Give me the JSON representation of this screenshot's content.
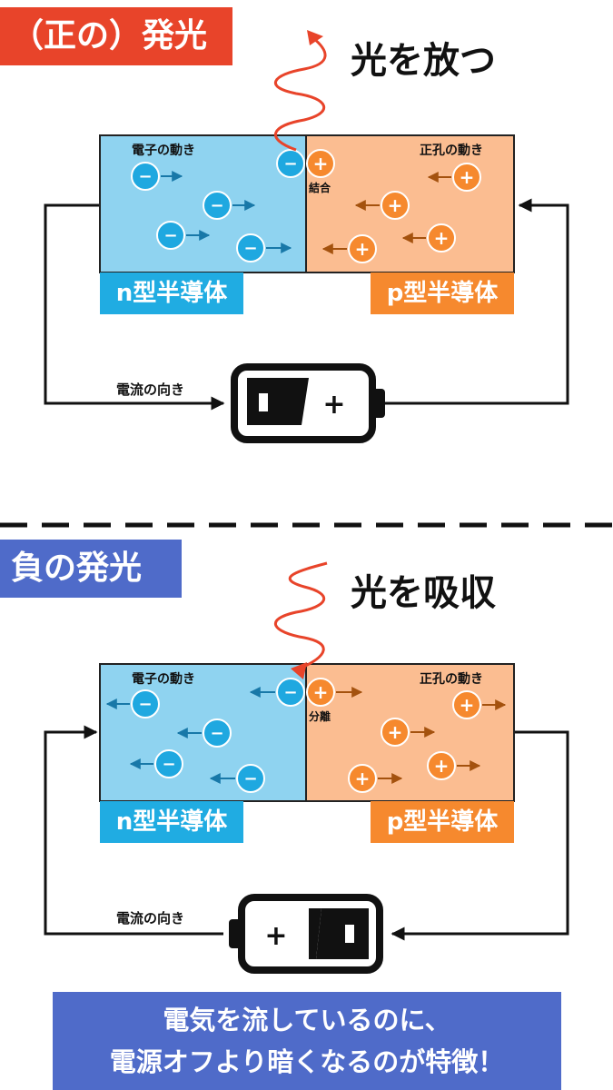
{
  "top": {
    "title": "（正の）発光",
    "light_label": "光を放つ",
    "electron_label": "電子の動き",
    "hole_label": "正孔の動き",
    "junction_label": "結合",
    "n_label": "n型半導体",
    "p_label": "p型半導体",
    "current_label": "電流の向き",
    "electron_sign": "−",
    "hole_sign": "+"
  },
  "bottom": {
    "title": "負の発光",
    "light_label": "光を吸収",
    "electron_label": "電子の動き",
    "hole_label": "正孔の動き",
    "junction_label": "分離",
    "n_label": "n型半導体",
    "p_label": "p型半導体",
    "current_label": "電流の向き",
    "electron_sign": "−",
    "hole_sign": "+"
  },
  "banner": {
    "line1": "電気を流しているのに、",
    "line2": "電源オフより暗くなるのが特徴！"
  },
  "colors": {
    "red_badge": "#e8442a",
    "blue_badge": "#4f6bc9",
    "n_region": "#8fd3f0",
    "p_region": "#fbbd91",
    "n_label_bg": "#20ace2",
    "p_label_bg": "#f6892e",
    "electron": "#1fa8e0",
    "hole": "#f6892e",
    "wave": "#e8442a"
  }
}
